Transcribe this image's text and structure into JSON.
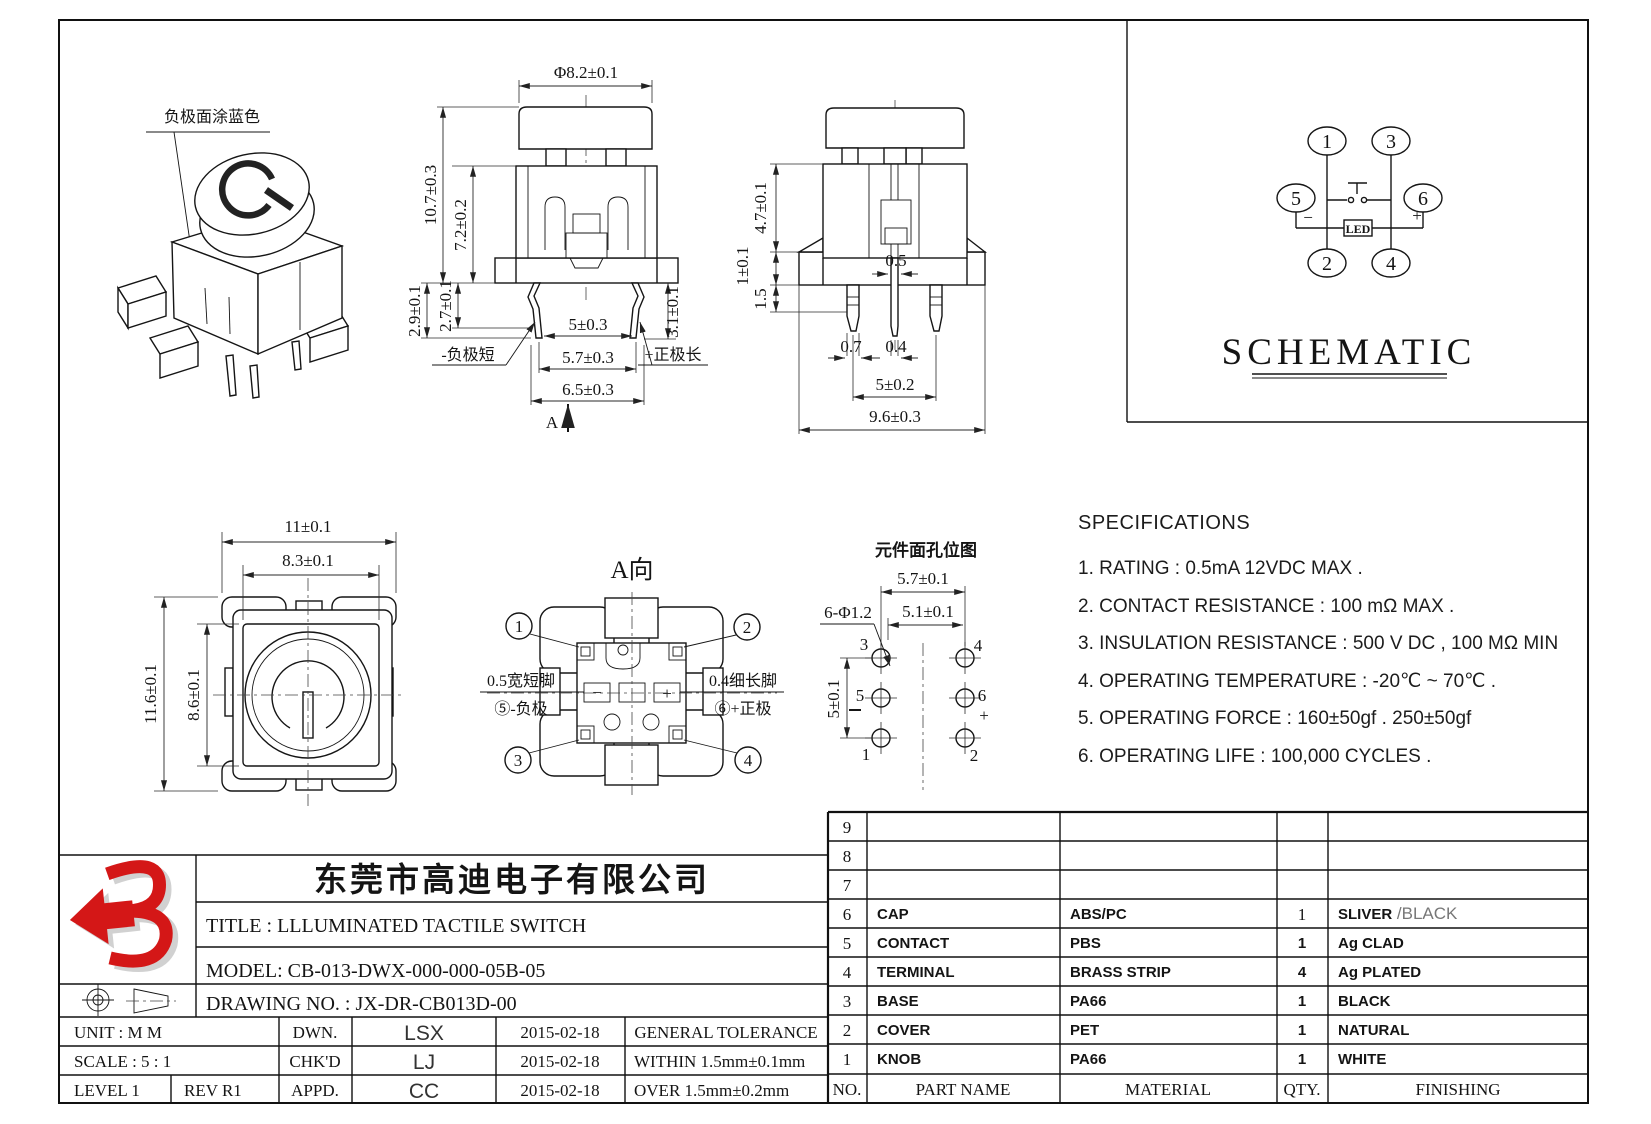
{
  "iso": {
    "note": "负极面涂蓝色"
  },
  "front": {
    "dia": "Φ8.2±0.1",
    "h_total": "10.7±0.3",
    "h_body": "7.2±0.2",
    "pin_out": "2.9±0.1",
    "pin_in": "2.7±0.1",
    "pin_right": "3.1±0.1",
    "w_inner": "5±0.3",
    "w_mid": "5.7±0.3",
    "w_outer": "6.5±0.3",
    "neg_label": "-负极短",
    "pos_label": "+正极长",
    "view_marker": "A"
  },
  "side": {
    "h_body": "4.7±0.1",
    "h_flange": "1±0.1",
    "h_standoff": "1.5",
    "w_shaft": "0.5",
    "w_pin": "0.7",
    "w_center_pin": "0.4",
    "pin_span": "5±0.2",
    "w_total": "9.6±0.3"
  },
  "top": {
    "w_outer": "11±0.1",
    "w_inner": "8.3±0.1",
    "h_outer": "11.6±0.1",
    "h_inner": "8.6±0.1"
  },
  "aview": {
    "title": "A向",
    "pin1": "1",
    "pin2": "2",
    "pin3": "3",
    "pin4": "4",
    "minus": "−",
    "plus": "+",
    "left_line1": "0.5宽短脚",
    "left_line2": "⑤-负极",
    "right_line1": "0.4细长脚",
    "right_line2": "⑥+正极"
  },
  "holes": {
    "title": "元件面孔位图",
    "dim_outer": "5.7±0.1",
    "dim_inner": "5.1±0.1",
    "hole_callout": "6-Φ1.2",
    "dim_vert": "5±0.1",
    "h1": "1",
    "h2": "2",
    "h3": "3",
    "h4": "4",
    "h5": "5",
    "h6": "6",
    "plus": "+"
  },
  "schematic": {
    "title": "SCHEMATIC",
    "pin1": "1",
    "pin2": "2",
    "pin3": "3",
    "pin4": "4",
    "pin5": "5",
    "pin6": "6",
    "led": "LED",
    "minus": "−",
    "plus": "+"
  },
  "specs": {
    "heading": "SPECIFICATIONS",
    "items": [
      "1. RATING : 0.5mA 12VDC MAX .",
      "2. CONTACT RESISTANCE : 100 mΩ MAX .",
      "3. INSULATION RESISTANCE : 500 V DC , 100 MΩ MIN",
      "4. OPERATING TEMPERATURE : -20℃ ~ 70℃ .",
      "5. OPERATING FORCE : 160±50gf . 250±50gf",
      "6. OPERATING LIFE : 100,000 CYCLES ."
    ]
  },
  "titleblock": {
    "company": "东莞市高迪电子有限公司",
    "title_row": "TITLE :   LLLUMINATED TACTILE SWITCH",
    "model_row": "MODEL:   CB-013-DWX-000-000-05B-05",
    "drawing_row": "DRAWING NO.  : JX-DR-CB013D-00",
    "unit_row": "UNIT    :    M M",
    "scale_row": "SCALE  :  5 : 1",
    "level": "LEVEL 1",
    "rev": "REV  R1",
    "dwn": "DWN.",
    "chkd": "CHK'D",
    "appd": "APPD.",
    "dwn_name": "LSX",
    "chkd_name": "LJ",
    "appd_name": "CC",
    "dwn_date": "2015-02-18",
    "chkd_date": "2015-02-18",
    "appd_date": "2015-02-18",
    "tol_title": "GENERAL TOLERANCE",
    "tol_within": "WITHIN 1.5mm±0.1mm",
    "tol_over": "OVER    1.5mm±0.2mm"
  },
  "parts": {
    "headers": {
      "no": "NO.",
      "name": "PART  NAME",
      "material": "MATERIAL",
      "qty": "QTY.",
      "finishing": "FINISHING"
    },
    "rows": [
      {
        "no": "9",
        "name": "",
        "material": "",
        "qty": "",
        "fin": "",
        "fin2": ""
      },
      {
        "no": "8",
        "name": "",
        "material": "",
        "qty": "",
        "fin": "",
        "fin2": ""
      },
      {
        "no": "7",
        "name": "",
        "material": "",
        "qty": "",
        "fin": "",
        "fin2": ""
      },
      {
        "no": "6",
        "name": "CAP",
        "material": "ABS/PC",
        "qty": "1",
        "fin": "SLIVER",
        "fin2": " /BLACK"
      },
      {
        "no": "5",
        "name": "CONTACT",
        "material": "PBS",
        "qty": "1",
        "fin": "Ag CLAD",
        "fin2": ""
      },
      {
        "no": "4",
        "name": "TERMINAL",
        "material": "BRASS STRIP",
        "qty": "4",
        "fin": "Ag PLATED",
        "fin2": ""
      },
      {
        "no": "3",
        "name": "BASE",
        "material": "PA66",
        "qty": "1",
        "fin": "BLACK",
        "fin2": ""
      },
      {
        "no": "2",
        "name": "COVER",
        "material": "PET",
        "qty": "1",
        "fin": "NATURAL",
        "fin2": ""
      },
      {
        "no": "1",
        "name": "KNOB",
        "material": "PA66",
        "qty": "1",
        "fin": "WHITE",
        "fin2": ""
      }
    ]
  },
  "colors": {
    "logo_red": "#d41717",
    "line": "#151515"
  }
}
